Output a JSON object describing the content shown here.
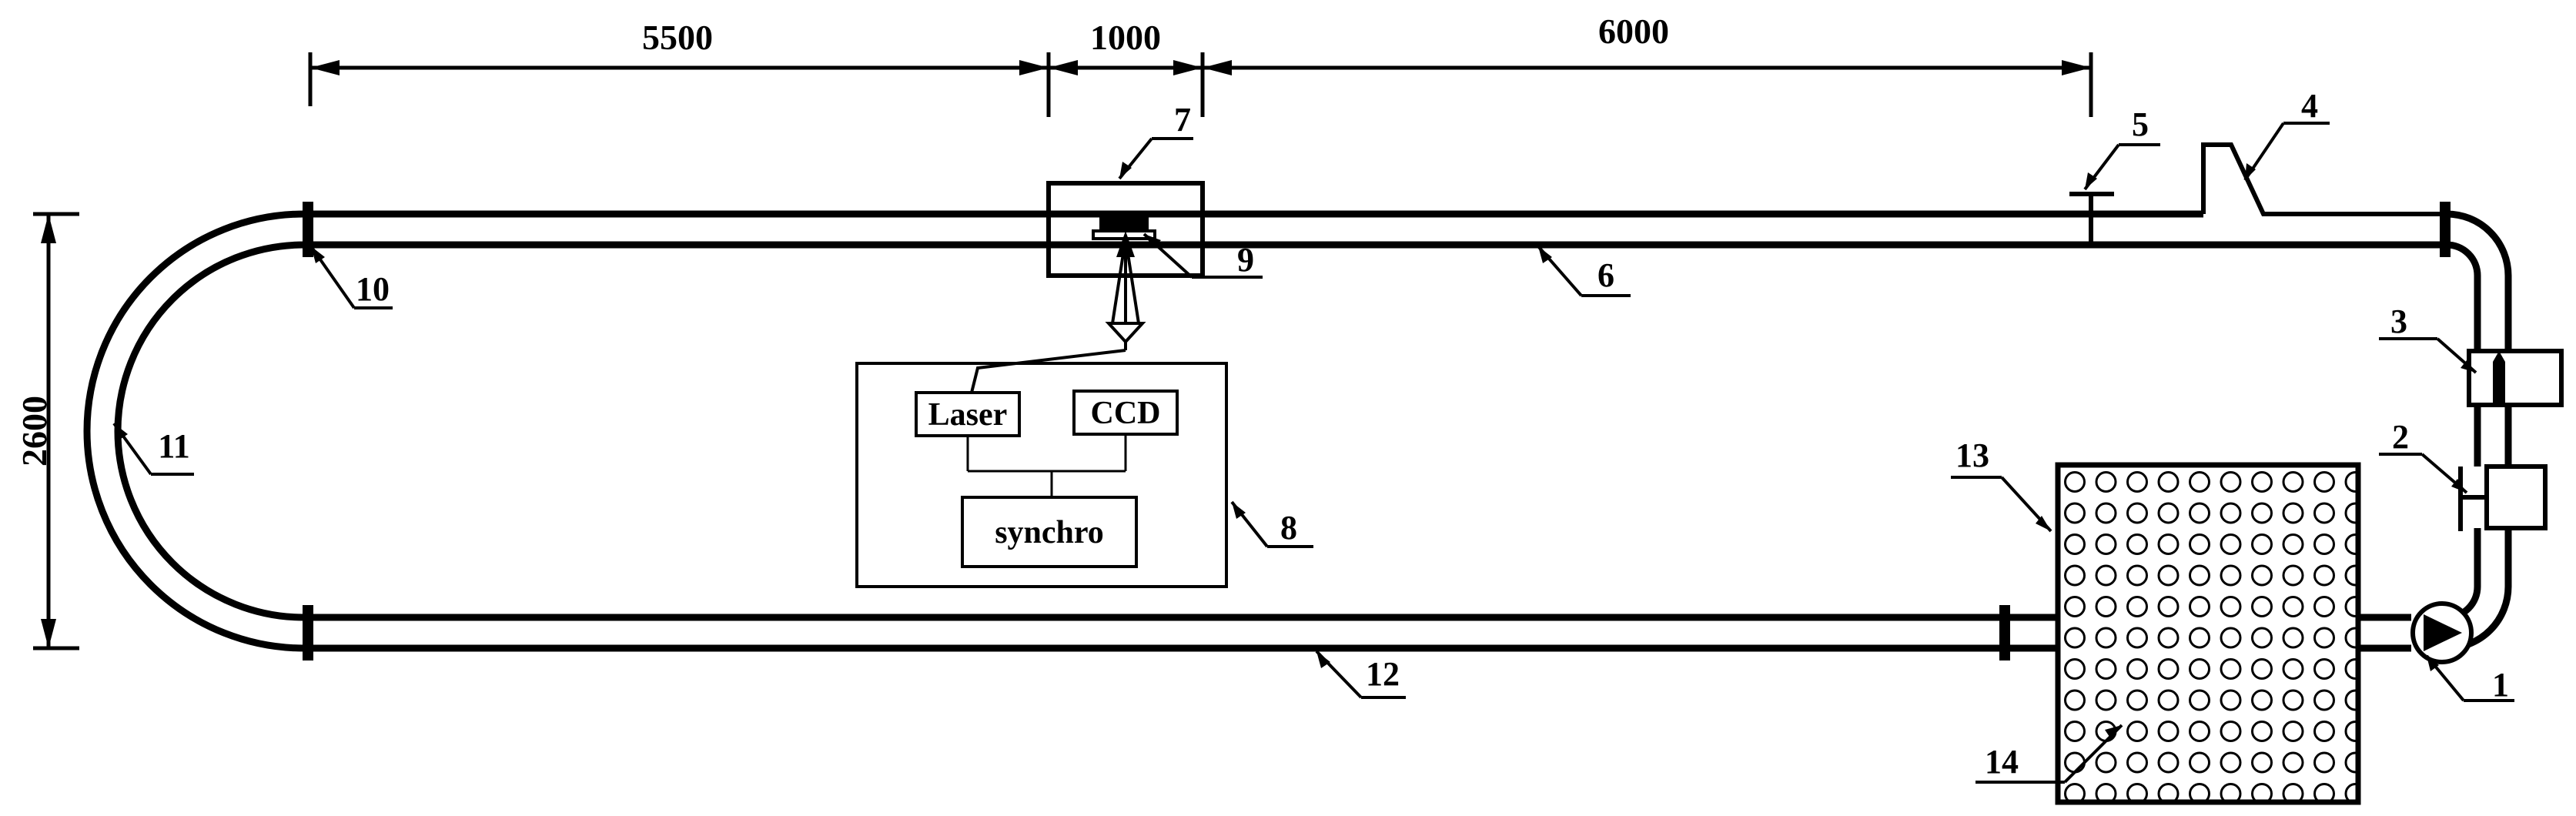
{
  "dimensions": {
    "top_segment_1": "5500",
    "top_segment_2": "1000",
    "top_segment_3": "6000",
    "height": "2600"
  },
  "control_box": {
    "laser_label": "Laser",
    "ccd_label": "CCD",
    "sync_label": "synchro"
  },
  "callouts": {
    "n1": "1",
    "n2": "2",
    "n3": "3",
    "n4": "4",
    "n5": "5",
    "n6": "6",
    "n7": "7",
    "n8": "8",
    "n9": "9",
    "n10": "10",
    "n11": "11",
    "n12": "12",
    "n13": "13",
    "n14": "14"
  },
  "colors": {
    "ink": "#000000",
    "background": "#ffffff"
  }
}
